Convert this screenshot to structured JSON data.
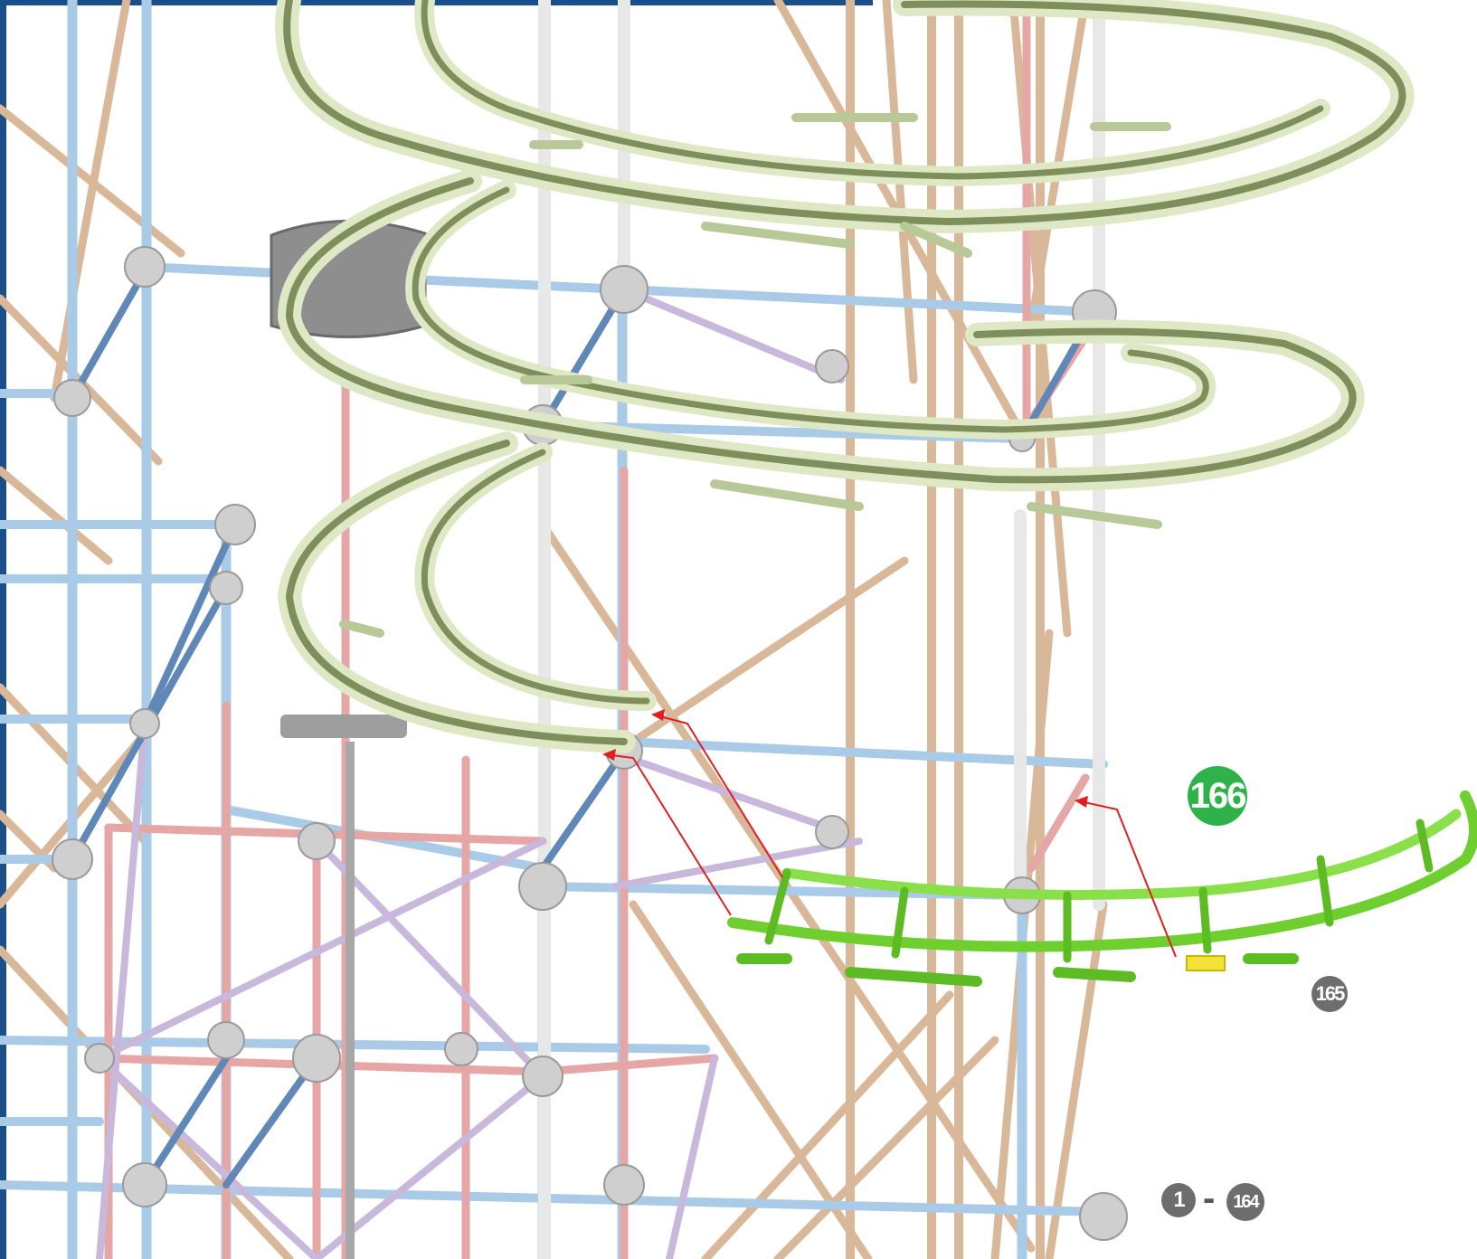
{
  "instruction": {
    "current_step": "166",
    "sub_step": "165",
    "previous_range_start": "1",
    "previous_range_separator": "-",
    "previous_range_end": "164"
  },
  "colors": {
    "current_step_badge": "#2db34a",
    "step_badge_grey": "#6d6d6d",
    "frame_border": "#1b4f8a",
    "new_part_green": "#6fcf2e",
    "track_green": "#9aab74",
    "rod_blue": "#a9cbe8",
    "rod_tan": "#d9b89a",
    "rod_pink": "#e7a6a6",
    "rod_white": "#f2f2f2",
    "rod_purple": "#c8b8dc",
    "arrow_red": "#e02020"
  },
  "icons": {
    "main_diagram": "knex-roller-coaster-assembly-illustration",
    "new_part": "green-curved-track-segment"
  }
}
